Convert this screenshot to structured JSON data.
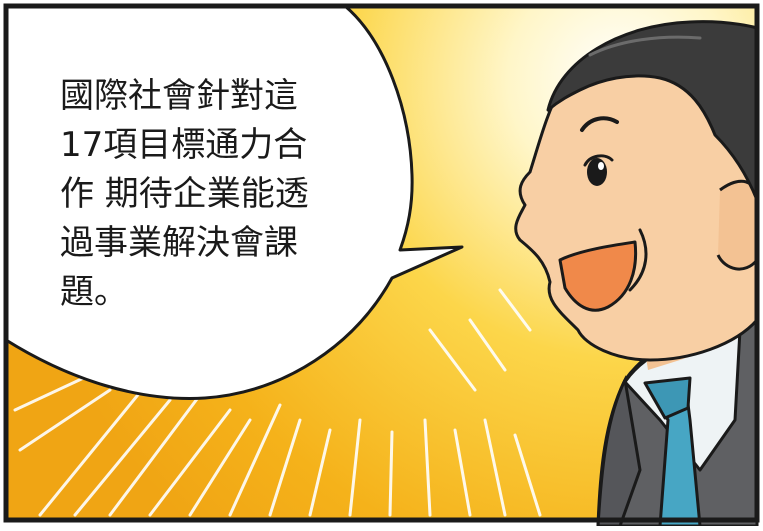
{
  "panel": {
    "speech_lines": [
      "國際社會針對這",
      "17項目標通力合",
      "作 期待企業能透",
      "過事業解決會課",
      "題。"
    ]
  },
  "colors": {
    "background_glow": "#fff6c8",
    "background_burst": "#f7b81a",
    "skin": "#f8cfa4",
    "hair": "#3b3b3b",
    "mouth": "#f0894a",
    "suit": "#5f6063",
    "shirt": "#eef3f5",
    "tie": "#47a6c4",
    "outline": "#1a1a1a"
  }
}
